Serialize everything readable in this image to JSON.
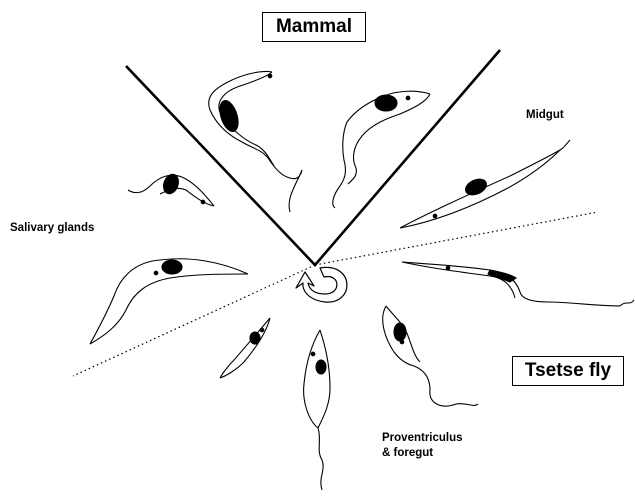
{
  "labels": {
    "mammal": "Mammal",
    "tsetse_fly": "Tsetse fly",
    "midgut": "Midgut",
    "salivary_glands": "Salivary glands",
    "proventriculus_line1": "Proventriculus",
    "proventriculus_line2": "& foregut"
  }
}
